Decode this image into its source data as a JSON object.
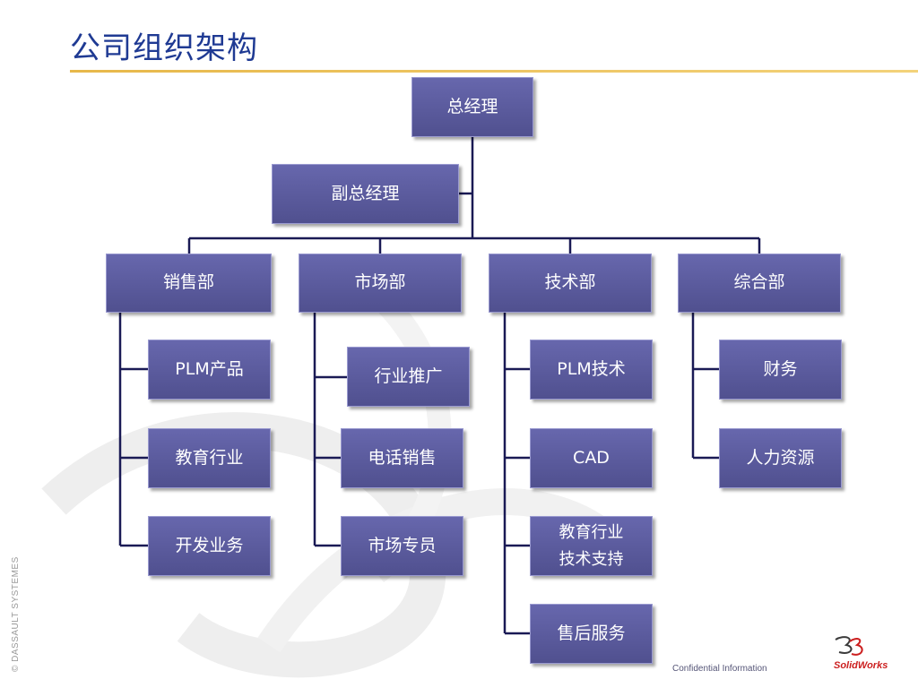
{
  "page": {
    "title": "公司组织架构",
    "footer_note": "Confidential Information",
    "side_brand": "© DASSAULT SYSTEMES",
    "logo_text": "SolidWorks"
  },
  "colors": {
    "title": "#1f3a93",
    "box_fill": "#5a5aa0",
    "connector": "#1a1a55",
    "rule": "#e7b84a"
  },
  "org": {
    "ceo": "总经理",
    "deputy": "副总经理",
    "departments": [
      {
        "name": "销售部",
        "units": [
          "PLM产品",
          "教育行业",
          "开发业务"
        ]
      },
      {
        "name": "市场部",
        "units": [
          "行业推广",
          "电话销售",
          "市场专员"
        ]
      },
      {
        "name": "技术部",
        "units": [
          "PLM技术",
          "CAD",
          "教育行业\n技术支持",
          "售后服务"
        ]
      },
      {
        "name": "综合部",
        "units": [
          "财务",
          "人力资源"
        ]
      }
    ]
  }
}
